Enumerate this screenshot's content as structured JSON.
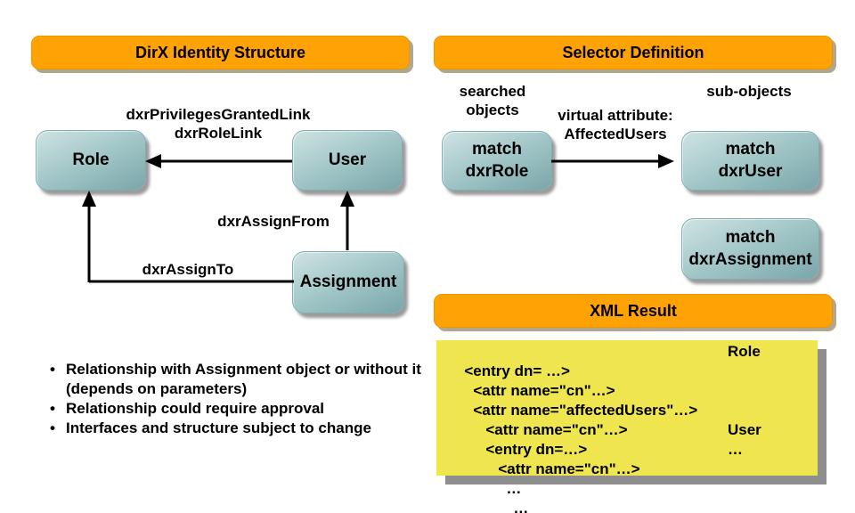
{
  "colors": {
    "header_orange": "#ffa305",
    "node_teal_light": "#cfe3e3",
    "node_teal_dark": "#7aa6aa",
    "xml_yellow": "#efe64f",
    "shadow_gray": "#8e8e8e",
    "arrow_black": "#000000"
  },
  "left_panel": {
    "header": "DirX Identity Structure",
    "nodes": {
      "role": "Role",
      "user": "User",
      "assignment": "Assignment"
    },
    "labels": {
      "privileges_granted_link": "dxrPrivilegesGrantedLink",
      "role_link": "dxrRoleLink",
      "assign_from": "dxrAssignFrom",
      "assign_to": "dxrAssignTo"
    },
    "bullets": [
      "Relationship with Assignment object or without it (depends on parameters)",
      "Relationship could require approval",
      "Interfaces and structure subject to change"
    ]
  },
  "right_panel": {
    "header": "Selector Definition",
    "labels": {
      "searched_objects": "searched\nobjects",
      "virtual_attribute": "virtual attribute:\nAffectedUsers",
      "sub_objects": "sub-objects"
    },
    "nodes": {
      "match_role": "match\ndxrRole",
      "match_user": "match\ndxrUser",
      "match_assignment": "match\ndxrAssignment"
    },
    "xml": {
      "header": "XML Result",
      "lines": [
        {
          "text": "<entry dn= …>",
          "note": "Role"
        },
        {
          "text": "<attr name=\"cn\"…>",
          "note": ""
        },
        {
          "text": "<attr name=\"affectedUsers\"…>",
          "note": ""
        },
        {
          "text": "<attr name=\"cn\"…>",
          "note": ""
        },
        {
          "text": "<entry dn=…>",
          "note": "User"
        },
        {
          "text": "<attr name=\"cn\"…>",
          "note": "…"
        },
        {
          "text": "…",
          "note": ""
        },
        {
          "text": "…",
          "note": ""
        }
      ]
    }
  }
}
